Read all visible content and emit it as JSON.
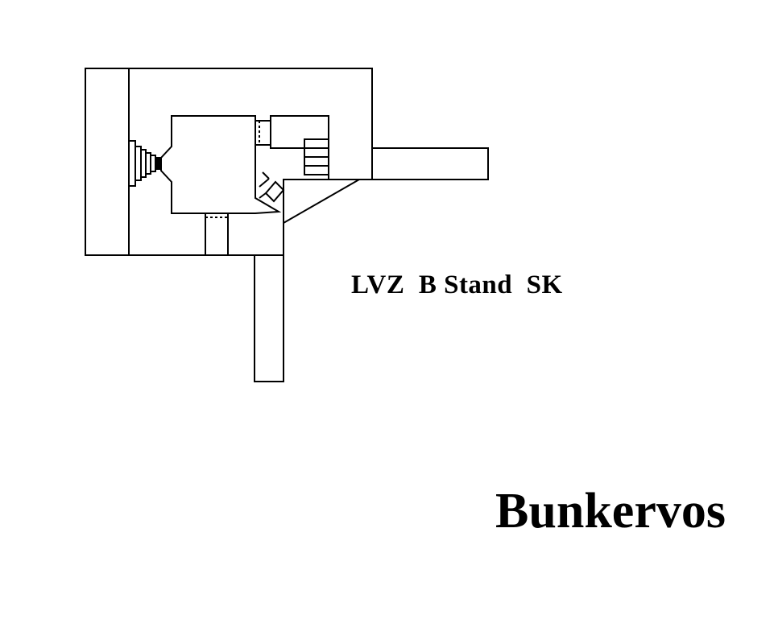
{
  "diagram": {
    "type": "bunker-floor-plan",
    "label": "LVZ  B Stand  SK",
    "watermark": "Bunkervos",
    "line_color": "#000000",
    "background_color": "#ffffff"
  }
}
